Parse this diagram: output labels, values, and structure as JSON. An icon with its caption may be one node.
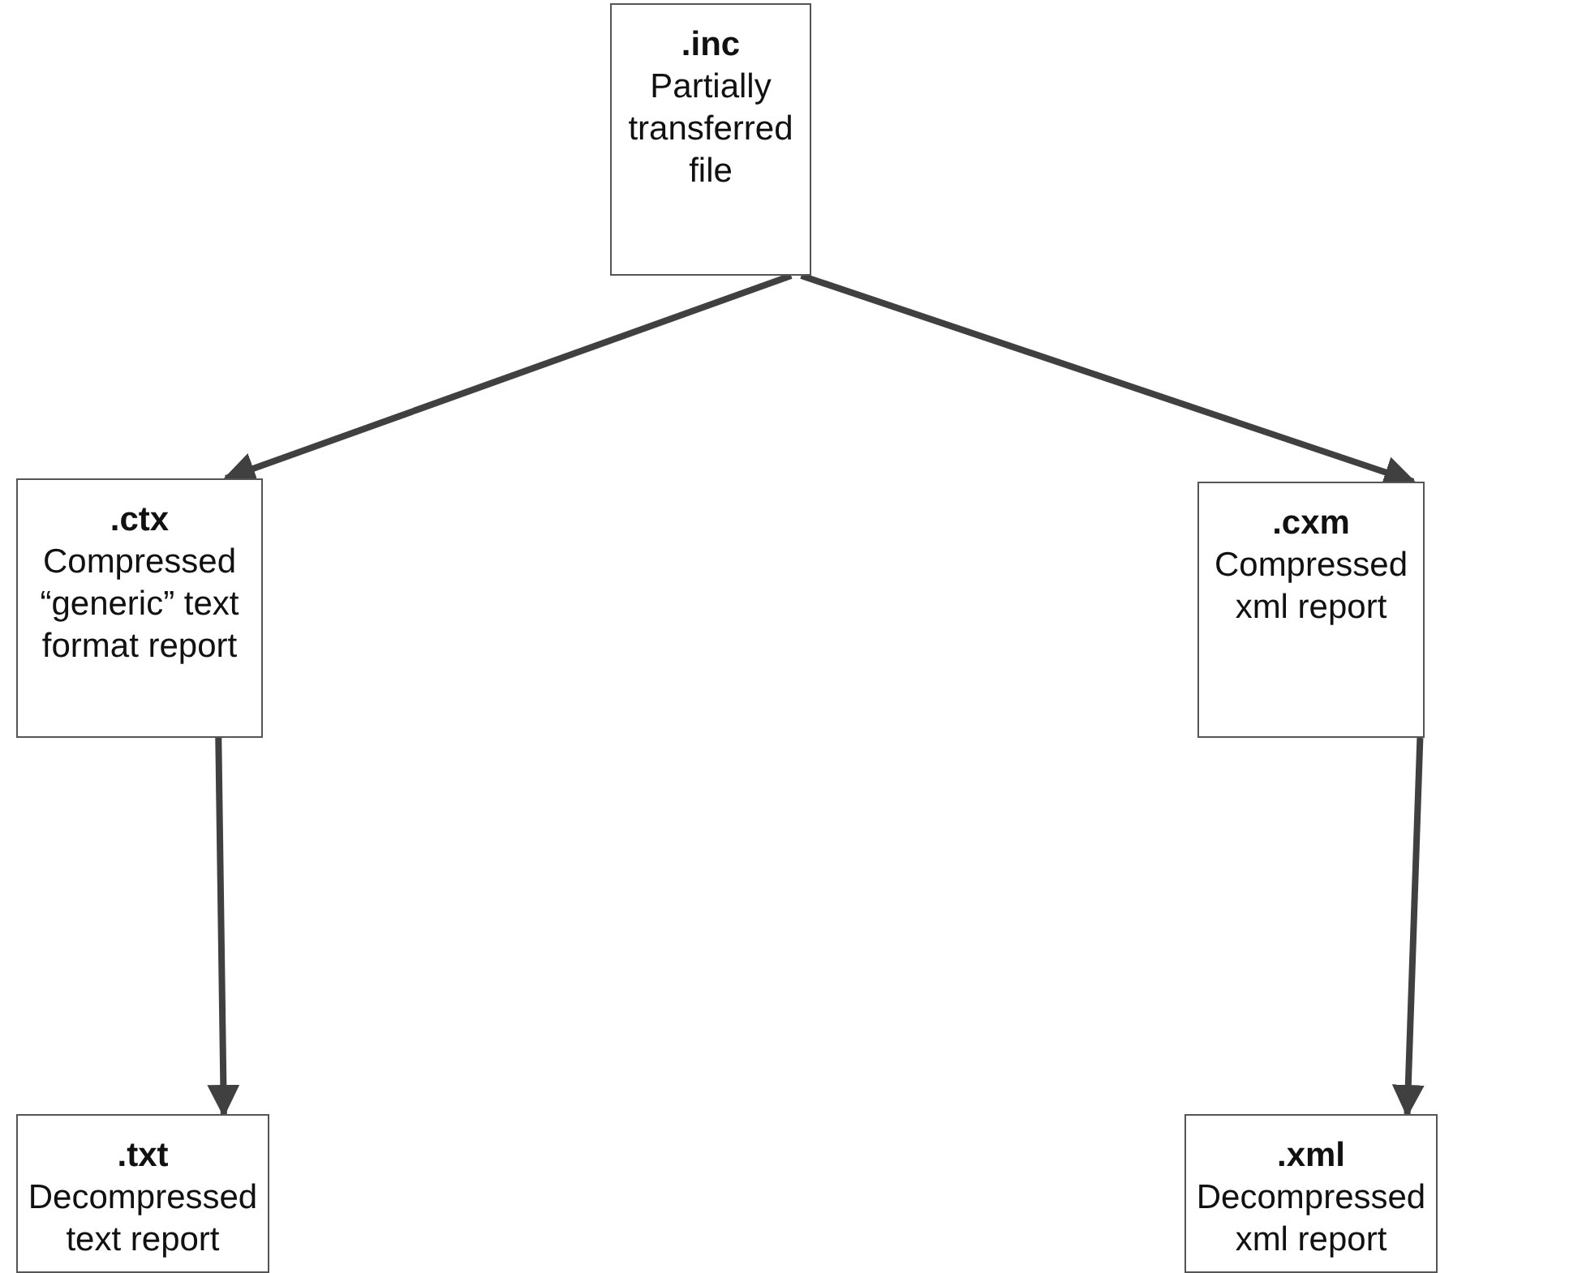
{
  "diagram": {
    "nodes": [
      {
        "text": [
          ".inc",
          "Partially transferred file"
        ]
      },
      {
        "text": [
          ".ctx",
          "Compressed “generic” text format report"
        ]
      },
      {
        "text": [
          ".cxm",
          "Compressed xml report"
        ]
      },
      {
        "text": [
          ".txt",
          "Decompressed text report"
        ]
      },
      {
        "text": [
          ".xml",
          "Decompressed xml report"
        ]
      }
    ],
    "edges": [
      {
        "from": 0,
        "to": 1,
        "arrow": "to"
      },
      {
        "from": 0,
        "to": 2,
        "arrow": "to"
      },
      {
        "from": 1,
        "to": 3,
        "arrow": "to"
      },
      {
        "from": 2,
        "to": 4,
        "arrow": "to"
      }
    ]
  }
}
